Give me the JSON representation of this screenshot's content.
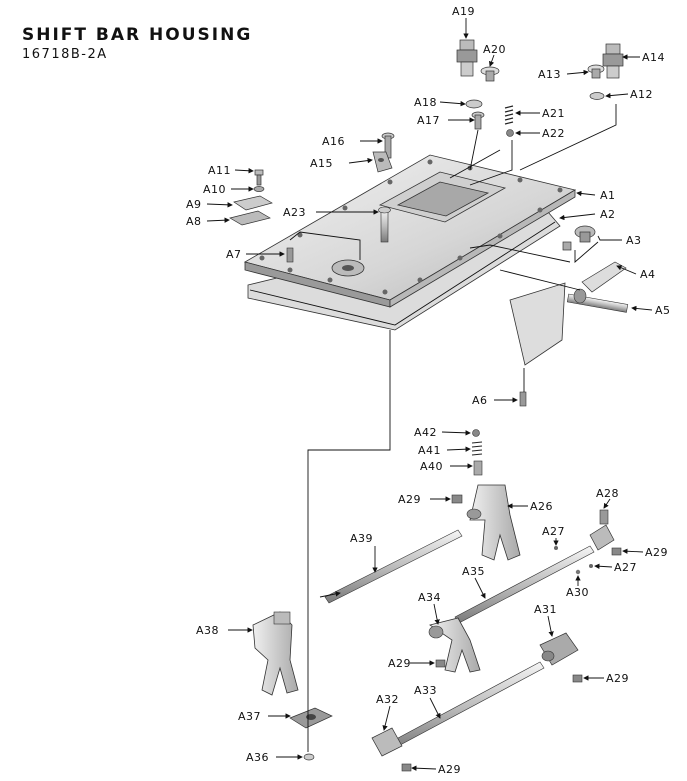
{
  "header": {
    "title": "SHIFT BAR HOUSING",
    "part_number": "16718B-2A"
  },
  "labels": {
    "A1": "A1",
    "A2": "A2",
    "A3": "A3",
    "A4": "A4",
    "A5": "A5",
    "A6": "A6",
    "A7": "A7",
    "A8": "A8",
    "A9": "A9",
    "A10": "A10",
    "A11": "A11",
    "A12": "A12",
    "A13": "A13",
    "A14": "A14",
    "A15": "A15",
    "A16": "A16",
    "A17": "A17",
    "A18": "A18",
    "A19": "A19",
    "A20": "A20",
    "A21": "A21",
    "A22": "A22",
    "A23": "A23",
    "A26": "A26",
    "A27a": "A27",
    "A27b": "A27",
    "A28": "A28",
    "A29a": "A29",
    "A29b": "A29",
    "A29c": "A29",
    "A29d": "A29",
    "A29e": "A29",
    "A30": "A30",
    "A31": "A31",
    "A32": "A32",
    "A33": "A33",
    "A34": "A34",
    "A35": "A35",
    "A36": "A36",
    "A37": "A37",
    "A38": "A38",
    "A39": "A39",
    "A40": "A40",
    "A41": "A41",
    "A42": "A42"
  },
  "colors": {
    "metal_light": "#e9e9e9",
    "metal_mid": "#c8c8c8",
    "metal_dark": "#8a8a8a",
    "line": "#111111"
  }
}
